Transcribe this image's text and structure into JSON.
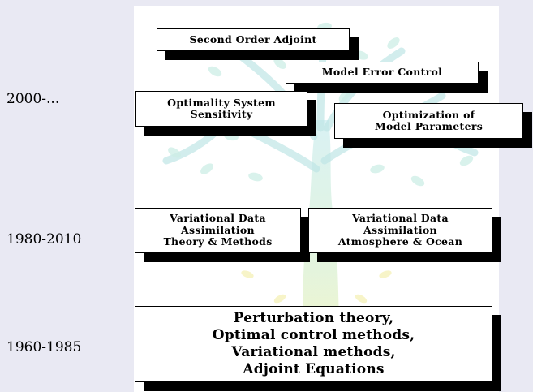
{
  "eras": {
    "modern": "2000-...",
    "middle": "1980-2010",
    "early": "1960-1985"
  },
  "boxes": {
    "second_order_adjoint": "Second Order Adjoint",
    "model_error_control": "Model Error Control",
    "optimality_system_sensitivity": "Optimality System\nSensitivity",
    "optimization_model_parameters": "Optimization of\nModel Parameters",
    "vda_theory_methods": "Variational Data\nAssimilation\nTheory & Methods",
    "vda_atmosphere_ocean": "Variational Data\nAssimilation\nAtmosphere & Ocean",
    "foundations": "Perturbation theory,\nOptimal control methods,\nVariational methods,\nAdjoint Equations"
  },
  "colors": {
    "background": "#e9e9f3",
    "panel": "#ffffff",
    "box_shadow": "#000000",
    "watermark_tree": "#bfe9e4",
    "watermark_trunk": "#f3f0b0"
  }
}
